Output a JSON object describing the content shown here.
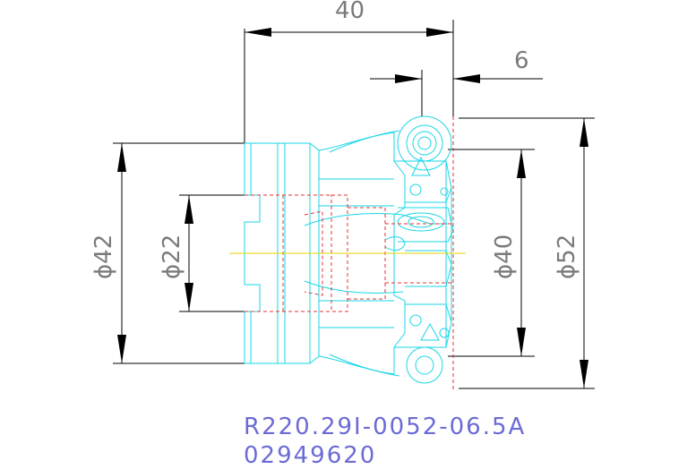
{
  "dimensions": {
    "length": "40",
    "offset": "6",
    "dia_outer_left": "ϕ42",
    "dia_bore": "ϕ22",
    "dia_cut_inner": "ϕ40",
    "dia_cut_outer": "ϕ52"
  },
  "labels": {
    "part_number": "R220.29I-0052-06.5A",
    "code": "02949620"
  },
  "colors": {
    "outline": "#19d6e6",
    "hidden": "#e63333",
    "centerline": "#e6d400",
    "dimension": "#000000",
    "dimension_text": "#7a7a7a",
    "label_text": "#6b6bd6"
  }
}
